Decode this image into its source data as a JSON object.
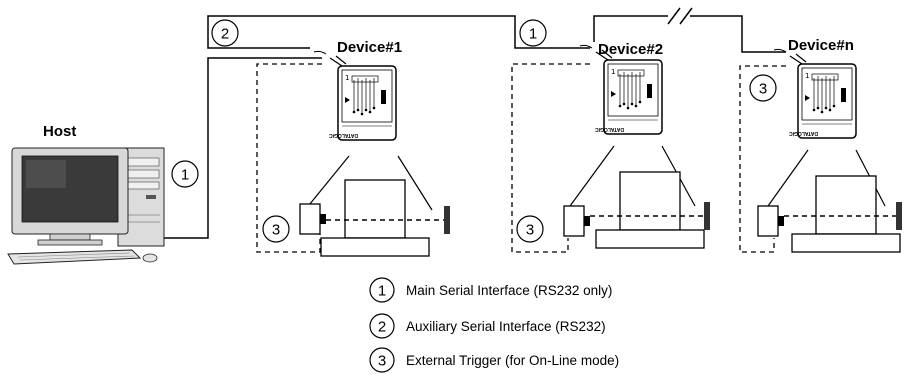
{
  "host": {
    "label": "Host"
  },
  "devices": [
    {
      "label": "Device#1",
      "brand": "DATALOGIC"
    },
    {
      "label": "Device#2",
      "brand": "DATALOGIC"
    },
    {
      "label": "Device#n",
      "brand": "DATALOGIC"
    }
  ],
  "markers": {
    "one": "1",
    "two": "2",
    "three": "3"
  },
  "legend": [
    {
      "number": "1",
      "text": "Main Serial Interface (RS232 only)"
    },
    {
      "number": "2",
      "text": "Auxiliary Serial Interface (RS232)"
    },
    {
      "number": "3",
      "text": "External Trigger (for On-Line mode)"
    }
  ]
}
